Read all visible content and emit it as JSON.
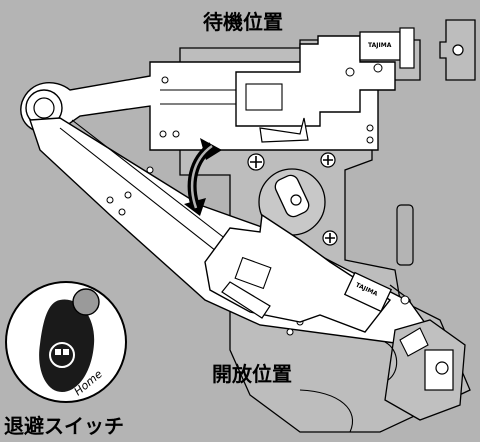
{
  "labels": {
    "standby_position": "待機位置",
    "open_position": "開放位置",
    "retract_switch": "退避スイッチ"
  },
  "switch": {
    "button_text": "Home"
  },
  "mechanism": {
    "tag_text": "TAJIMA"
  },
  "colors": {
    "background": "#b4b4b4",
    "line": "#000000",
    "part_fill": "#ffffff",
    "button_fill": "#1a1a1a"
  },
  "icons": {
    "motion": "double-arrow-icon",
    "screw": "screw-icon"
  }
}
